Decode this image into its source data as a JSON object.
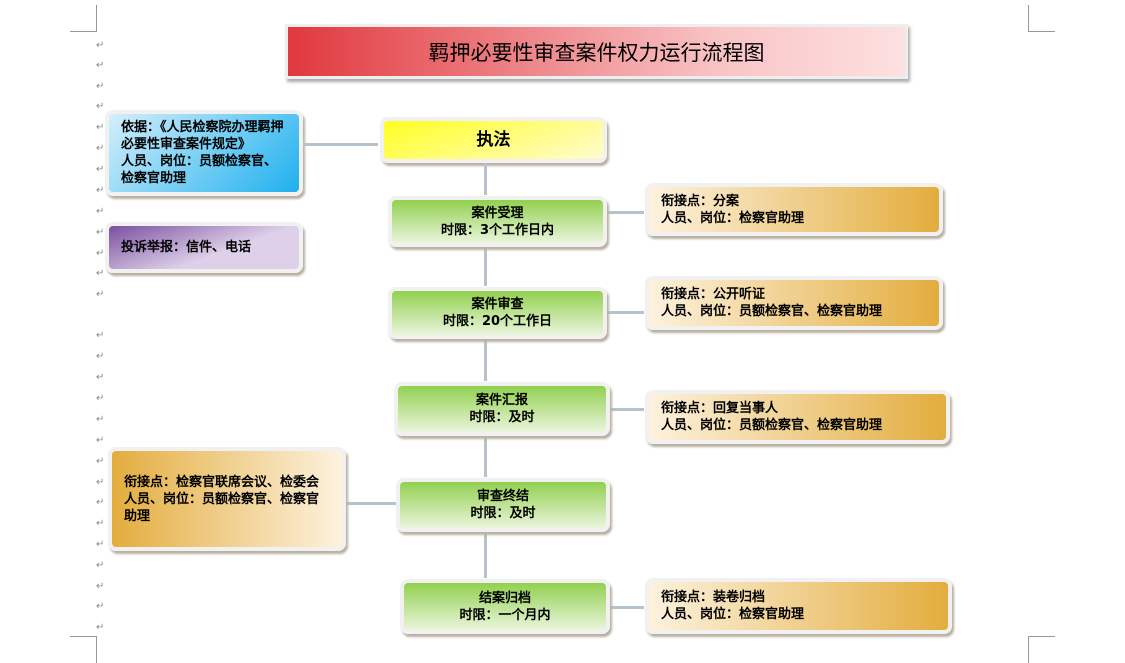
{
  "title": "羁押必要性审查案件权力运行流程图",
  "basis": {
    "line1": "依据：《人民检察院办理羁押必要性审查案件规定》",
    "line2": "人员、岗位：员额检察官、检察官助理"
  },
  "complaint": "投诉举报：信件、电话",
  "start": "执法",
  "steps": [
    {
      "name": "案件受理",
      "limit": "时限：3个工作日内",
      "link": "衔接点：分案",
      "staff": "人员、岗位：检察官助理"
    },
    {
      "name": "案件审查",
      "limit": "时限：20个工作日",
      "link": "衔接点：公开听证",
      "staff": "人员、岗位：员额检察官、检察官助理"
    },
    {
      "name": "案件汇报",
      "limit": "时限：及时",
      "link": "衔接点：回复当事人",
      "staff": "人员、岗位：员额检察官、检察官助理"
    },
    {
      "name": "审查终结",
      "limit": "时限：及时",
      "link": "衔接点：检察官联席会议、检委会",
      "staff": "人员、岗位：员额检察官、检察官助理"
    },
    {
      "name": "结案归档",
      "limit": "时限：一个月内",
      "link": "衔接点：装卷归档",
      "staff": "人员、岗位：检察官助理"
    }
  ]
}
